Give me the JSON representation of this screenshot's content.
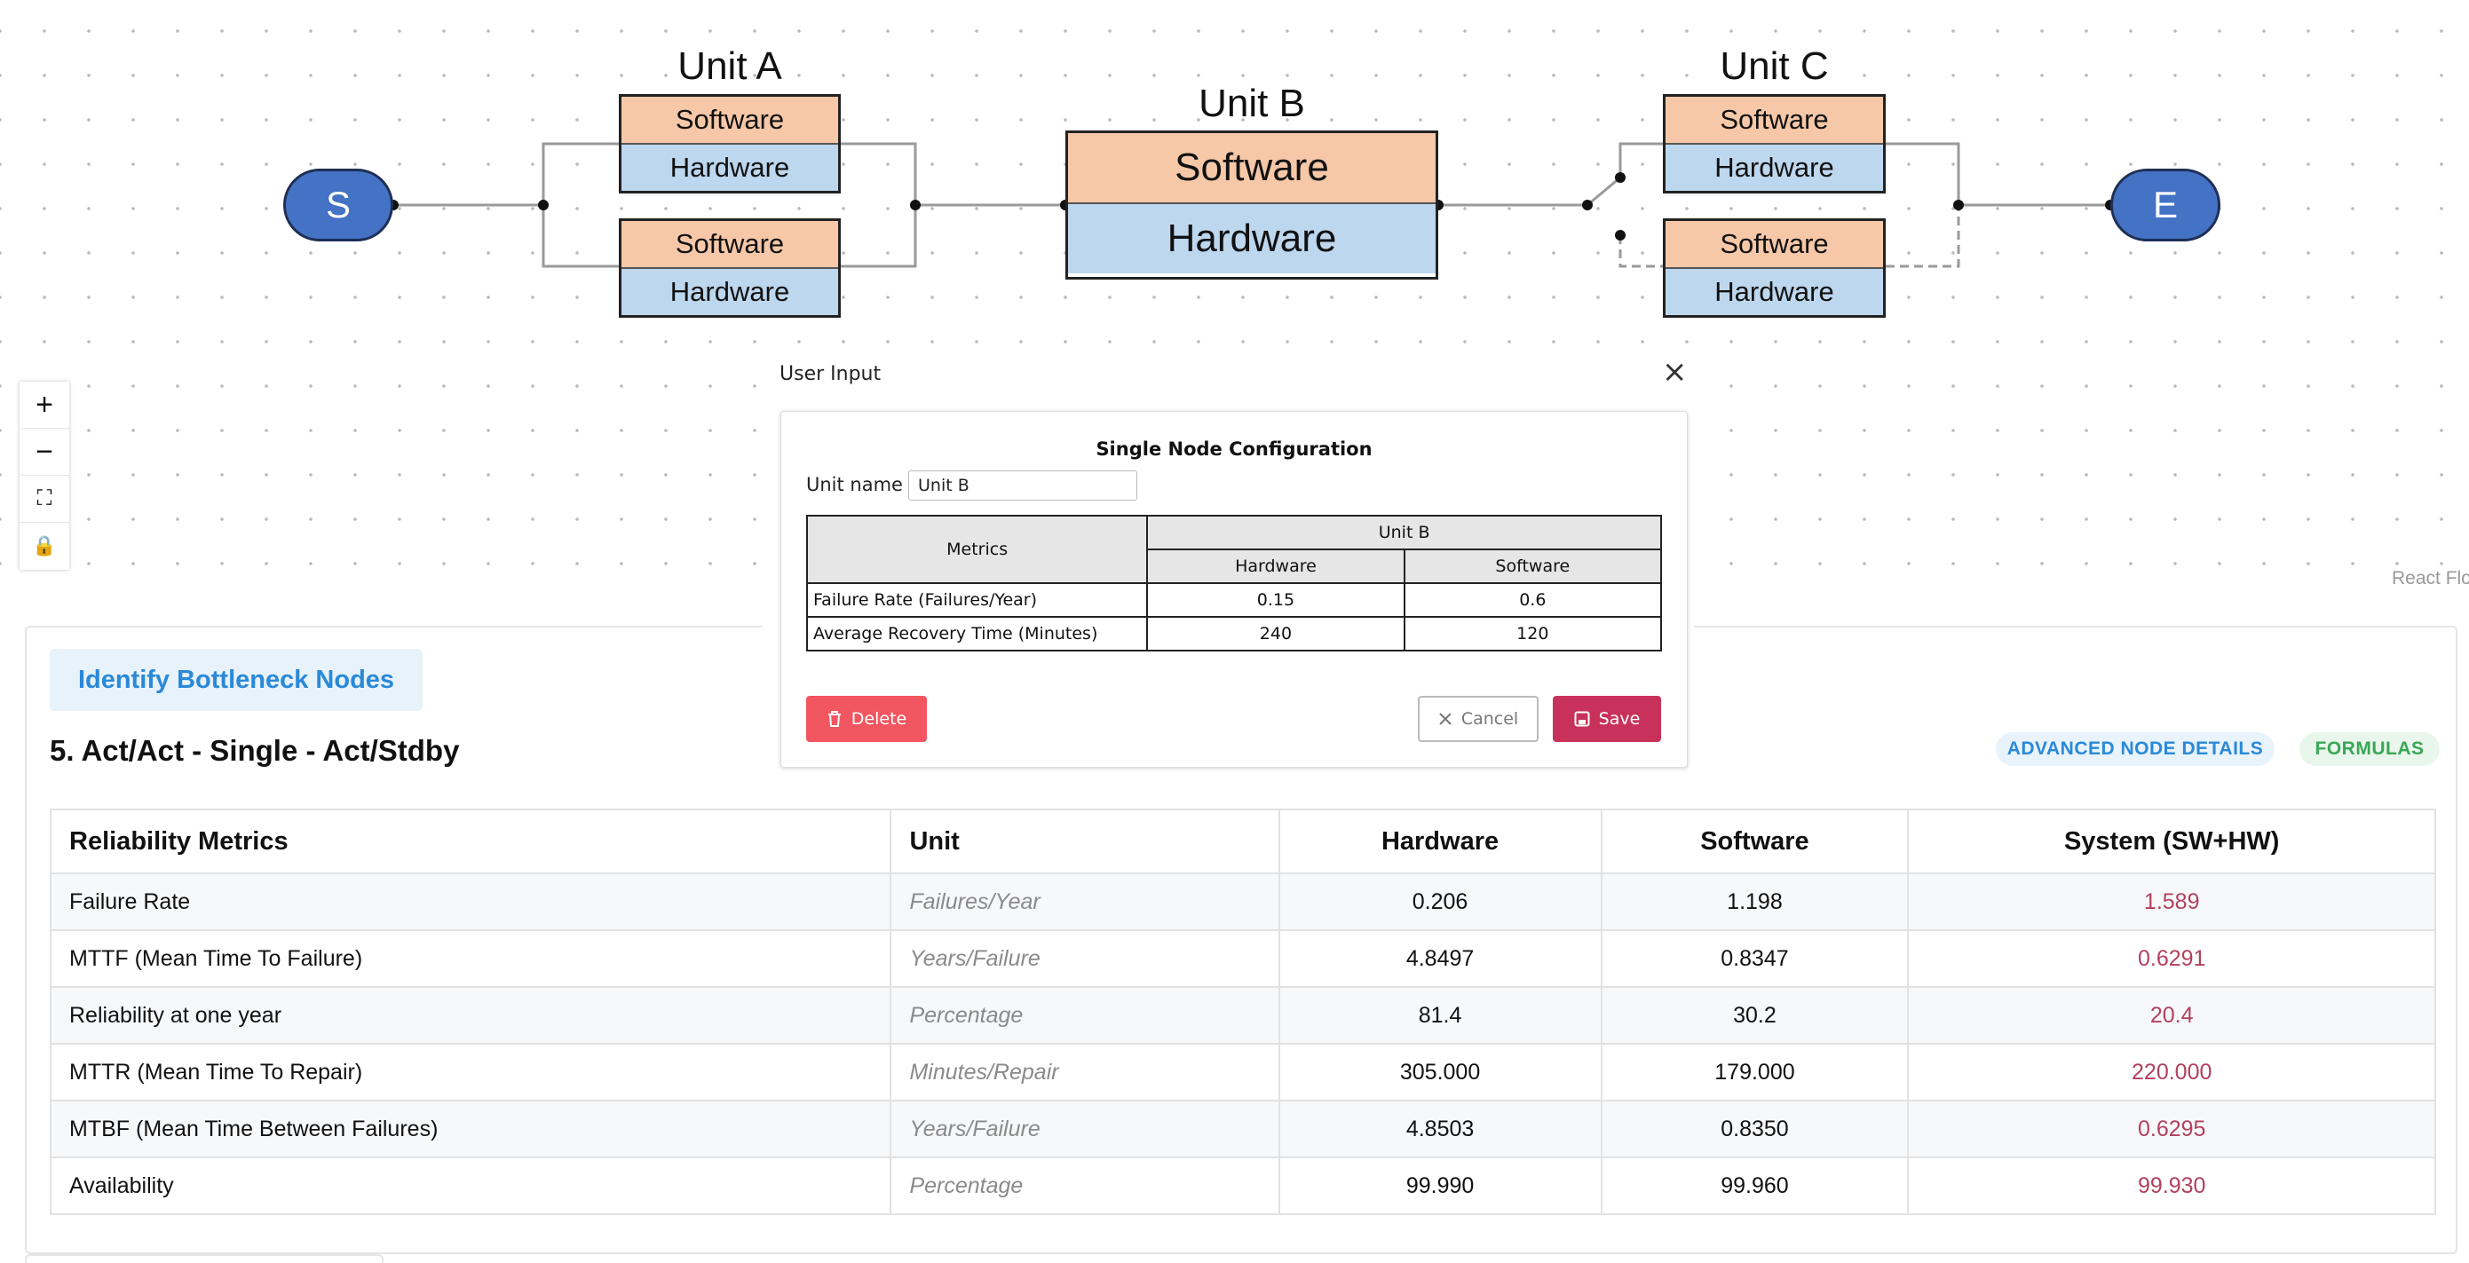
{
  "diagram": {
    "start_label": "S",
    "end_label": "E",
    "unit_a": {
      "title": "Unit A",
      "nodes": [
        {
          "software": "Software",
          "hardware": "Hardware"
        },
        {
          "software": "Software",
          "hardware": "Hardware"
        }
      ]
    },
    "unit_b": {
      "title": "Unit B",
      "node": {
        "software": "Software",
        "hardware": "Hardware"
      }
    },
    "unit_c": {
      "title": "Unit C",
      "nodes": [
        {
          "software": "Software",
          "hardware": "Hardware"
        },
        {
          "software": "Software",
          "hardware": "Hardware"
        }
      ]
    }
  },
  "controls": {
    "zoom_in": "+",
    "zoom_out": "−",
    "fit_view": "⛶",
    "lock": "🔒"
  },
  "attribution": "React Flow",
  "dialog": {
    "title": "User Input",
    "close_glyph": "×",
    "heading": "Single Node Configuration",
    "unit_name_label": "Unit name",
    "unit_name_value": "Unit B",
    "table": {
      "metrics_header": "Metrics",
      "unit_header": "Unit B",
      "hardware_header": "Hardware",
      "software_header": "Software",
      "rows": [
        {
          "label": "Failure Rate (Failures/Year)",
          "hardware": "0.15",
          "software": "0.6"
        },
        {
          "label": "Average Recovery Time (Minutes)",
          "hardware": "240",
          "software": "120"
        }
      ]
    },
    "delete_label": "Delete",
    "cancel_label": "Cancel",
    "save_label": "Save"
  },
  "results": {
    "bottleneck_button": "Identify Bottleneck Nodes",
    "title": "5. Act/Act - Single - Act/Stdby",
    "advanced_chip": "ADVANCED NODE DETAILS",
    "formulas_chip": "FORMULAS",
    "headers": [
      "Reliability Metrics",
      "Unit",
      "Hardware",
      "Software",
      "System (SW+HW)"
    ],
    "rows": [
      {
        "metric": "Failure Rate",
        "unit": "Failures/Year",
        "hardware": "0.206",
        "software": "1.198",
        "system": "1.589"
      },
      {
        "metric": "MTTF (Mean Time To Failure)",
        "unit": "Years/Failure",
        "hardware": "4.8497",
        "software": "0.8347",
        "system": "0.6291"
      },
      {
        "metric": "Reliability at one year",
        "unit": "Percentage",
        "hardware": "81.4",
        "software": "30.2",
        "system": "20.4"
      },
      {
        "metric": "MTTR (Mean Time To Repair)",
        "unit": "Minutes/Repair",
        "hardware": "305.000",
        "software": "179.000",
        "system": "220.000"
      },
      {
        "metric": "MTBF (Mean Time Between Failures)",
        "unit": "Years/Failure",
        "hardware": "4.8503",
        "software": "0.8350",
        "system": "0.6295"
      },
      {
        "metric": "Availability",
        "unit": "Percentage",
        "hardware": "99.990",
        "software": "99.960",
        "system": "99.930"
      }
    ]
  },
  "colors": {
    "software_fill": "#f6c8a8",
    "hardware_fill": "#bdd7ee",
    "terminal_fill": "#4472c4",
    "system_value": "#b2405e",
    "delete": "#f25660",
    "save": "#c8325a"
  }
}
